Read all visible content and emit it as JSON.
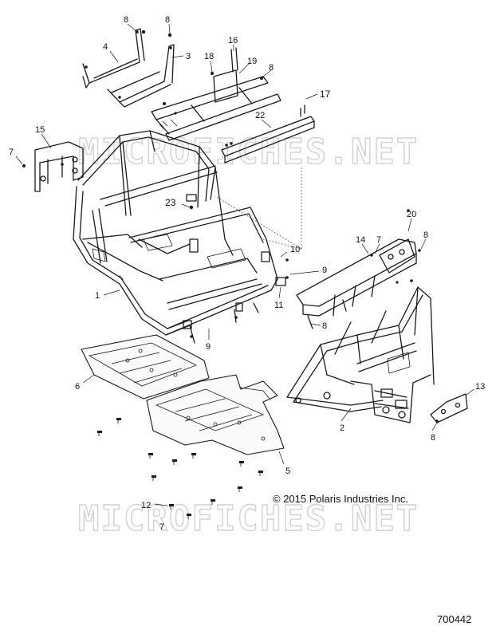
{
  "watermark": "MICROFICHES.NET",
  "copyright": "© 2015 Polaris Industries Inc.",
  "document_number": "700442",
  "callouts": [
    {
      "id": "c8a",
      "label": "8"
    },
    {
      "id": "c8b",
      "label": "8"
    },
    {
      "id": "c4",
      "label": "4"
    },
    {
      "id": "c3",
      "label": "3"
    },
    {
      "id": "c16",
      "label": "16"
    },
    {
      "id": "c18",
      "label": "18"
    },
    {
      "id": "c19",
      "label": "19"
    },
    {
      "id": "c8c",
      "label": "8"
    },
    {
      "id": "c17",
      "label": "17"
    },
    {
      "id": "c22",
      "label": "22"
    },
    {
      "id": "c15",
      "label": "15"
    },
    {
      "id": "c7a",
      "label": "7"
    },
    {
      "id": "c23",
      "label": "23"
    },
    {
      "id": "c20",
      "label": "20"
    },
    {
      "id": "c14",
      "label": "14"
    },
    {
      "id": "c7b",
      "label": "7"
    },
    {
      "id": "c8d",
      "label": "8"
    },
    {
      "id": "c10",
      "label": "10"
    },
    {
      "id": "c9a",
      "label": "9"
    },
    {
      "id": "c1",
      "label": "1"
    },
    {
      "id": "c11",
      "label": "11"
    },
    {
      "id": "c8e",
      "label": "8"
    },
    {
      "id": "c9b",
      "label": "9"
    },
    {
      "id": "c6",
      "label": "6"
    },
    {
      "id": "c13",
      "label": "13"
    },
    {
      "id": "c2",
      "label": "2"
    },
    {
      "id": "c8f",
      "label": "8"
    },
    {
      "id": "c5",
      "label": "5"
    },
    {
      "id": "c12",
      "label": "12"
    },
    {
      "id": "c7c",
      "label": "7"
    }
  ]
}
